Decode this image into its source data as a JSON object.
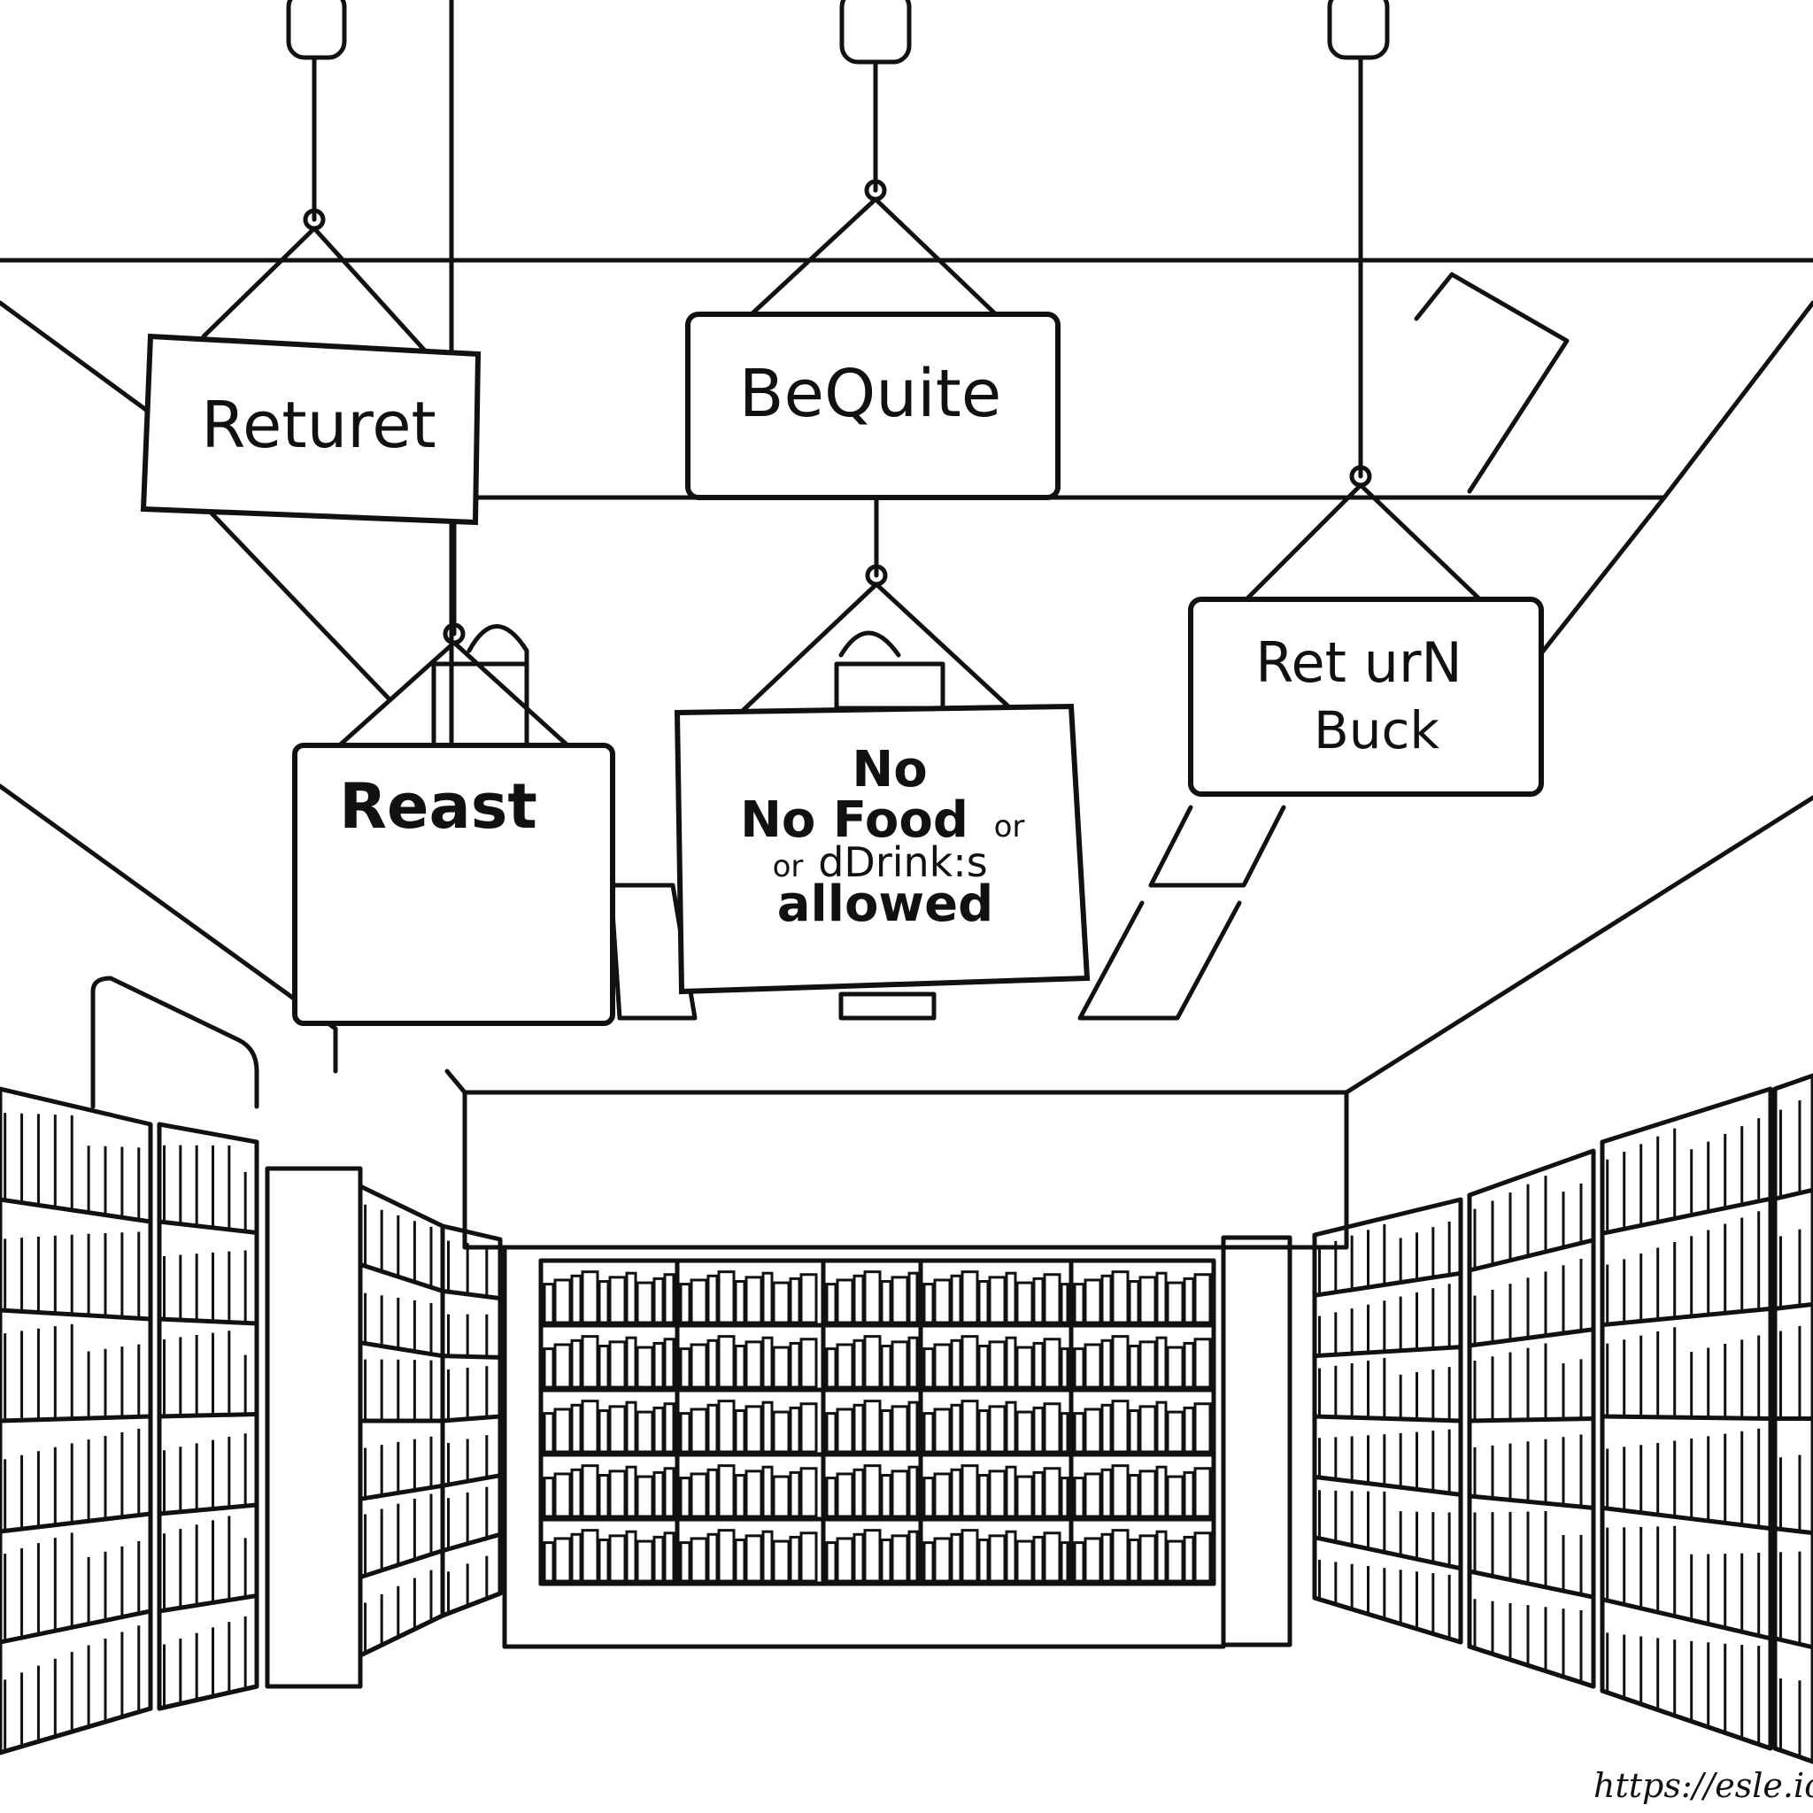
{
  "signs": {
    "returet": {
      "text": "Returet"
    },
    "bequite": {
      "text": "BeQuite"
    },
    "reast": {
      "text": "Reast"
    },
    "no_food": {
      "line1": "No",
      "line2": "No Food",
      "line2_small": "or",
      "line3_small": "or",
      "line3": "dDrink:s",
      "line4": "allowed"
    },
    "return_buck": {
      "line1": "Ret urN",
      "line2": "Buck"
    }
  },
  "watermark": "https://esle.io",
  "colors": {
    "ink": "#111111",
    "paper": "#ffffff"
  }
}
